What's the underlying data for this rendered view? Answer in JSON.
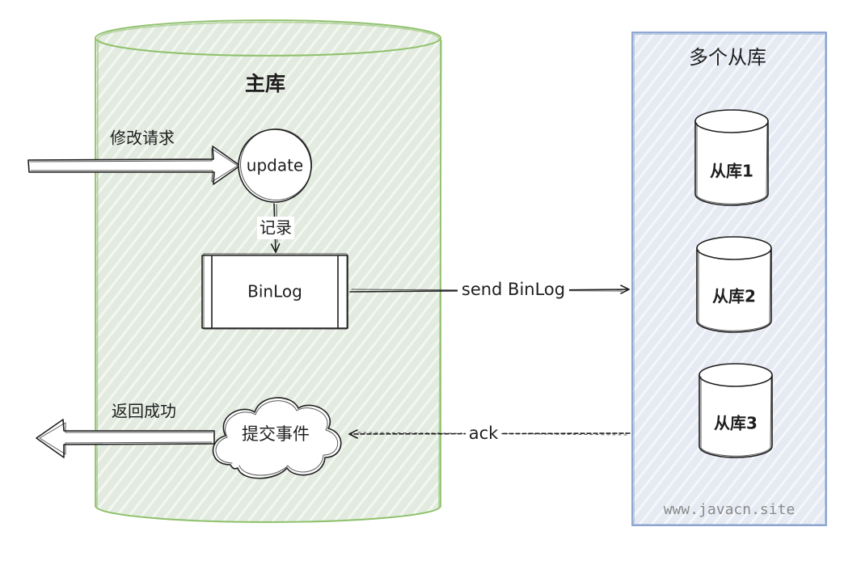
{
  "primary_db": {
    "label": "主库"
  },
  "request": {
    "label": "修改请求"
  },
  "update_node": {
    "label": "update"
  },
  "record_edge": {
    "label": "记录"
  },
  "binlog_node": {
    "label": "BinLog"
  },
  "send_edge": {
    "label": "send BinLog"
  },
  "replicas_group": {
    "title": "多个从库",
    "replicas": [
      "从库1",
      "从库2",
      "从库3"
    ],
    "watermark": "www.javacn.site"
  },
  "ack_edge": {
    "label": "ack"
  },
  "commit_node": {
    "label": "提交事件"
  },
  "response": {
    "label": "返回成功"
  },
  "colors": {
    "primary_stroke": "#8fc16c",
    "primary_fill": "#e3ebe0",
    "replica_stroke": "#7896c8",
    "replica_fill": "#e5eaf3",
    "ink": "#1e1e1e"
  }
}
